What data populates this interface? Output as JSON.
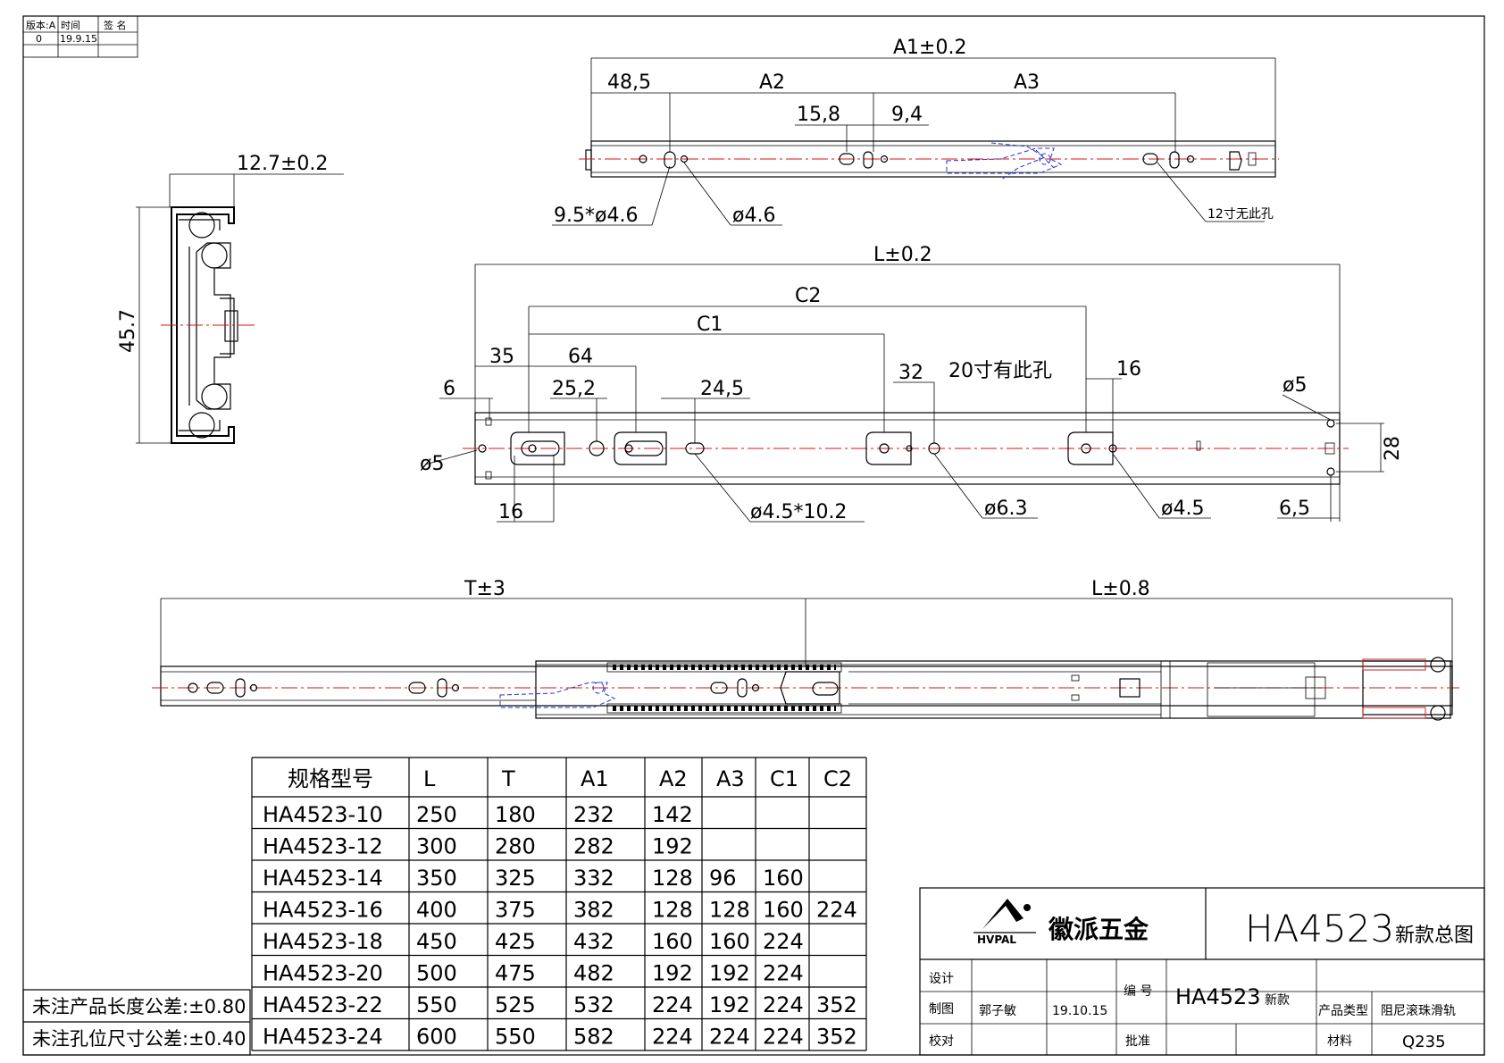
{
  "revision_table": {
    "version_label": "版本:A",
    "time_label": "时间",
    "sign_label": "签 名",
    "version_value": "0",
    "time_value": "19.9.15",
    "sign_value": ""
  },
  "top_view": {
    "a1": "A1±0.2",
    "d48": "48,5",
    "a2": "A2",
    "a3": "A3",
    "d158": "15,8",
    "d94": "9,4",
    "slot": "9.5*ø4.6",
    "hole": "ø4.6",
    "note": "12寸无此孔"
  },
  "section_view": {
    "width": "12.7±0.2",
    "height": "45.7"
  },
  "side_view": {
    "l": "L±0.2",
    "c2": "C2",
    "c1": "C1",
    "d35": "35",
    "d64": "64",
    "d252": "25,2",
    "d245": "24,5",
    "d6": "6",
    "d5": "ø5",
    "d32": "32",
    "note20": "20寸有此孔",
    "d16": "16",
    "d5r": "ø5",
    "d28": "28",
    "d16b": "16",
    "slot": "ø4.5*10.2",
    "d63": "ø6.3",
    "d45": "ø4.5",
    "d65": "6,5"
  },
  "bottom_view": {
    "t": "T±3",
    "l": "L±0.8"
  },
  "spec_table": {
    "headers": [
      "规格型号",
      "L",
      "T",
      "A1",
      "A2",
      "A3",
      "C1",
      "C2"
    ],
    "rows": [
      [
        "HA4523-10",
        "250",
        "180",
        "232",
        "142",
        "",
        "",
        ""
      ],
      [
        "HA4523-12",
        "300",
        "280",
        "282",
        "192",
        "",
        "",
        ""
      ],
      [
        "HA4523-14",
        "350",
        "325",
        "332",
        "128",
        "96",
        "160",
        ""
      ],
      [
        "HA4523-16",
        "400",
        "375",
        "382",
        "128",
        "128",
        "160",
        "224"
      ],
      [
        "HA4523-18",
        "450",
        "425",
        "432",
        "160",
        "160",
        "224",
        ""
      ],
      [
        "HA4523-20",
        "500",
        "475",
        "482",
        "192",
        "192",
        "224",
        ""
      ],
      [
        "HA4523-22",
        "550",
        "525",
        "532",
        "224",
        "192",
        "224",
        "352"
      ],
      [
        "HA4523-24",
        "600",
        "550",
        "582",
        "224",
        "224",
        "224",
        "352"
      ]
    ]
  },
  "notes": {
    "length_tol": "未注产品长度公差:±0.80",
    "hole_tol": "未注孔位尺寸公差:±0.40"
  },
  "title_block": {
    "logo_brand": "HVPAL",
    "company": "徽派五金",
    "drawing_title": "HA4523",
    "drawing_title_suffix": "新款总图",
    "design_label": "设计",
    "draw_label": "制图",
    "check_label": "校对",
    "drafter": "郭子敏",
    "date": "19.10.15",
    "number_label": "编 号",
    "number_value": "HA4523",
    "number_suffix": "新款",
    "approve_label": "批准",
    "type_label": "产品类型",
    "type_value": "阻尼滚珠滑轨",
    "material_label": "材料",
    "material_value": "Q235"
  }
}
